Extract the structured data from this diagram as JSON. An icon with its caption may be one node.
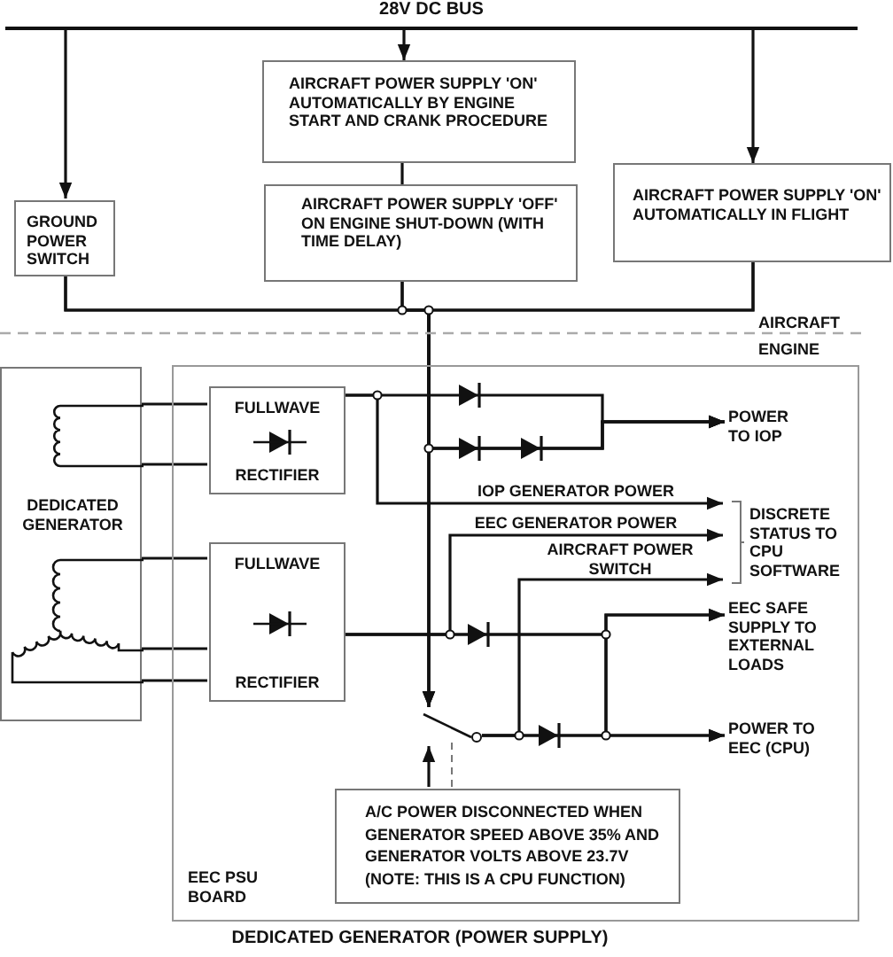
{
  "diagram": {
    "caption": "DEDICATED GENERATOR (POWER SUPPLY)",
    "nodes": [
      {
        "text": [
          "28V DC BUS"
        ]
      },
      {
        "text": [
          "AIRCRAFT POWER SUPPLY 'ON' AUTOMATICALLY BY ENGINE START AND CRANK PROCEDURE"
        ]
      },
      {
        "text": [
          "AIRCRAFT POWER SUPPLY 'OFF' ON ENGINE SHUT-DOWN (WITH TIME DELAY)"
        ]
      },
      {
        "text": [
          "GROUND POWER SWITCH"
        ]
      },
      {
        "text": [
          "AIRCRAFT POWER SUPPLY 'ON' AUTOMATICALLY IN FLIGHT"
        ]
      },
      {
        "text": [
          "DEDICATED GENERATOR"
        ]
      },
      {
        "text": [
          "EEC PSU BOARD"
        ]
      },
      {
        "text": [
          "FULLWAVE",
          "RECTIFIER"
        ],
        "in": 6
      },
      {
        "text": [
          "FULLWAVE",
          "RECTIFIER"
        ],
        "in": 6
      },
      {
        "text": [
          "POWER TO IOP"
        ],
        "in": 6
      },
      {
        "text": [
          "DISCRETE STATUS TO CPU SOFTWARE"
        ],
        "in": 6
      },
      {
        "text": [
          "EEC SAFE SUPPLY TO EXTERNAL LOADS"
        ],
        "in": 6
      },
      {
        "text": [
          "POWER TO EEC (CPU)"
        ],
        "in": 6
      },
      {
        "text": [
          "A/C POWER DISCONNECTED WHEN GENERATOR SPEED ABOVE 35% AND GENERATOR VOLTS ABOVE 23.7V (NOTE: THIS IS A CPU FUNCTION)"
        ],
        "in": 6
      },
      {
        "text": [],
        "shape": "switch",
        "in": 6
      }
    ],
    "edges": [
      {
        "from": 0,
        "to": 3,
        "arrow": "to"
      },
      {
        "from": 0,
        "to": 1,
        "arrow": "to"
      },
      {
        "from": 0,
        "to": 4,
        "arrow": "to"
      },
      {
        "from": 1,
        "to": 2,
        "arrow": "none"
      },
      {
        "from": 3,
        "to": 14,
        "arrow": "to"
      },
      {
        "from": 2,
        "to": 14,
        "arrow": "to"
      },
      {
        "from": 4,
        "to": 14,
        "arrow": "to"
      },
      {
        "from": 3,
        "to": 9,
        "arrow": "to"
      },
      {
        "from": 2,
        "to": 9,
        "arrow": "to"
      },
      {
        "from": 4,
        "to": 9,
        "arrow": "to"
      },
      {
        "from": 5,
        "to": 7,
        "arrow": "none"
      },
      {
        "from": 5,
        "to": 8,
        "arrow": "none"
      },
      {
        "from": 7,
        "to": 9,
        "arrow": "to"
      },
      {
        "from": 7,
        "to": 10,
        "arrow": "to",
        "label": "IOP GENERATOR POWER"
      },
      {
        "from": 8,
        "to": 10,
        "arrow": "to",
        "label": "EEC GENERATOR POWER"
      },
      {
        "from": 14,
        "to": 10,
        "arrow": "to",
        "label": "AIRCRAFT POWER SWITCH"
      },
      {
        "from": 8,
        "to": 11,
        "arrow": "to"
      },
      {
        "from": 8,
        "to": 12,
        "arrow": "to"
      },
      {
        "from": 14,
        "to": 11,
        "arrow": "to"
      },
      {
        "from": 14,
        "to": 12,
        "arrow": "to"
      },
      {
        "from": 13,
        "to": 14,
        "arrow": "to"
      },
      {
        "from": 13,
        "to": 14,
        "arrow": "none",
        "style": "dashed",
        "color": "#777777"
      }
    ],
    "labels": [
      "AIRCRAFT",
      "ENGINE"
    ]
  }
}
